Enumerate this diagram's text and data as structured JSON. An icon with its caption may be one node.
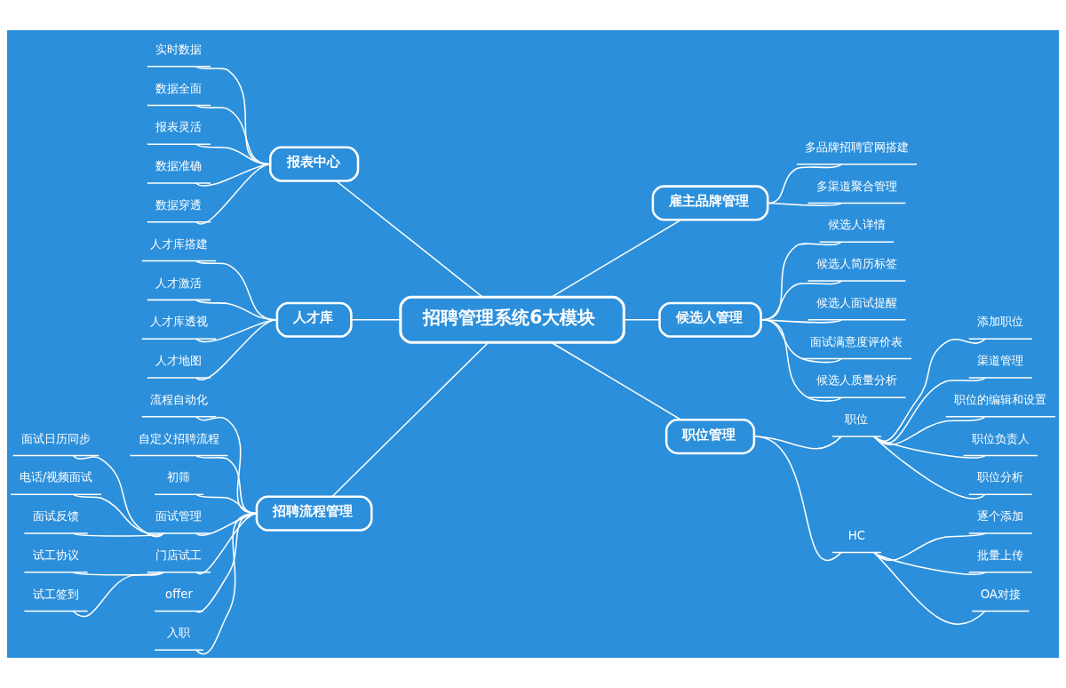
{
  "diagram": {
    "nodes": [
      {
        "text": [
          "招聘管理系统6大模块"
        ]
      },
      {
        "text": [
          "报表中心"
        ]
      },
      {
        "text": [
          "实时数据"
        ]
      },
      {
        "text": [
          "数据全面"
        ]
      },
      {
        "text": [
          "报表灵活"
        ]
      },
      {
        "text": [
          "数据准确"
        ]
      },
      {
        "text": [
          "数据穿透"
        ]
      },
      {
        "text": [
          "人才库"
        ]
      },
      {
        "text": [
          "人才库搭建"
        ]
      },
      {
        "text": [
          "人才激活"
        ]
      },
      {
        "text": [
          "人才库透视"
        ]
      },
      {
        "text": [
          "人才地图"
        ]
      },
      {
        "text": [
          "招聘流程管理"
        ]
      },
      {
        "text": [
          "流程自动化"
        ]
      },
      {
        "text": [
          "自定义招聘流程"
        ]
      },
      {
        "text": [
          "初筛"
        ]
      },
      {
        "text": [
          "面试管理"
        ]
      },
      {
        "text": [
          "面试日历同步"
        ]
      },
      {
        "text": [
          "电话/视频面试"
        ]
      },
      {
        "text": [
          "面试反馈"
        ]
      },
      {
        "text": [
          "门店试工"
        ]
      },
      {
        "text": [
          "试工协议"
        ]
      },
      {
        "text": [
          "试工签到"
        ]
      },
      {
        "text": [
          "offer"
        ]
      },
      {
        "text": [
          "入职"
        ]
      },
      {
        "text": [
          "雇主品牌管理"
        ]
      },
      {
        "text": [
          "多品牌招聘官网搭建"
        ]
      },
      {
        "text": [
          "多渠道聚合管理"
        ]
      },
      {
        "text": [
          "候选人管理"
        ]
      },
      {
        "text": [
          "候选人详情"
        ]
      },
      {
        "text": [
          "候选人简历标签"
        ]
      },
      {
        "text": [
          "候选人面试提醒"
        ]
      },
      {
        "text": [
          "面试满意度评价表"
        ]
      },
      {
        "text": [
          "候选人质量分析"
        ]
      },
      {
        "text": [
          "职位管理"
        ]
      },
      {
        "text": [
          "职位"
        ]
      },
      {
        "text": [
          "添加职位"
        ]
      },
      {
        "text": [
          "渠道管理"
        ]
      },
      {
        "text": [
          "职位的编辑和设置"
        ]
      },
      {
        "text": [
          "职位负责人"
        ]
      },
      {
        "text": [
          "职位分析"
        ]
      },
      {
        "text": [
          "HC"
        ]
      },
      {
        "text": [
          "逐个添加"
        ]
      },
      {
        "text": [
          "批量上传"
        ]
      },
      {
        "text": [
          "OA对接"
        ]
      }
    ],
    "edges": [
      {
        "from": 0,
        "to": 1,
        "arrow": "none"
      },
      {
        "from": 0,
        "to": 7,
        "arrow": "none"
      },
      {
        "from": 0,
        "to": 12,
        "arrow": "none"
      },
      {
        "from": 0,
        "to": 25,
        "arrow": "none"
      },
      {
        "from": 0,
        "to": 28,
        "arrow": "none"
      },
      {
        "from": 0,
        "to": 34,
        "arrow": "none"
      },
      {
        "from": 1,
        "to": 2,
        "arrow": "none"
      },
      {
        "from": 1,
        "to": 3,
        "arrow": "none"
      },
      {
        "from": 1,
        "to": 4,
        "arrow": "none"
      },
      {
        "from": 1,
        "to": 5,
        "arrow": "none"
      },
      {
        "from": 1,
        "to": 6,
        "arrow": "none"
      },
      {
        "from": 7,
        "to": 8,
        "arrow": "none"
      },
      {
        "from": 7,
        "to": 9,
        "arrow": "none"
      },
      {
        "from": 7,
        "to": 10,
        "arrow": "none"
      },
      {
        "from": 7,
        "to": 11,
        "arrow": "none"
      },
      {
        "from": 12,
        "to": 13,
        "arrow": "none"
      },
      {
        "from": 12,
        "to": 14,
        "arrow": "none"
      },
      {
        "from": 12,
        "to": 15,
        "arrow": "none"
      },
      {
        "from": 12,
        "to": 16,
        "arrow": "none"
      },
      {
        "from": 16,
        "to": 17,
        "arrow": "none"
      },
      {
        "from": 16,
        "to": 18,
        "arrow": "none"
      },
      {
        "from": 16,
        "to": 19,
        "arrow": "none"
      },
      {
        "from": 12,
        "to": 20,
        "arrow": "none"
      },
      {
        "from": 20,
        "to": 21,
        "arrow": "none"
      },
      {
        "from": 20,
        "to": 22,
        "arrow": "none"
      },
      {
        "from": 12,
        "to": 23,
        "arrow": "none"
      },
      {
        "from": 12,
        "to": 24,
        "arrow": "none"
      },
      {
        "from": 25,
        "to": 26,
        "arrow": "none"
      },
      {
        "from": 25,
        "to": 27,
        "arrow": "none"
      },
      {
        "from": 28,
        "to": 29,
        "arrow": "none"
      },
      {
        "from": 28,
        "to": 30,
        "arrow": "none"
      },
      {
        "from": 28,
        "to": 31,
        "arrow": "none"
      },
      {
        "from": 28,
        "to": 32,
        "arrow": "none"
      },
      {
        "from": 28,
        "to": 33,
        "arrow": "none"
      },
      {
        "from": 34,
        "to": 35,
        "arrow": "none"
      },
      {
        "from": 35,
        "to": 36,
        "arrow": "none"
      },
      {
        "from": 35,
        "to": 37,
        "arrow": "none"
      },
      {
        "from": 35,
        "to": 38,
        "arrow": "none"
      },
      {
        "from": 35,
        "to": 39,
        "arrow": "none"
      },
      {
        "from": 35,
        "to": 40,
        "arrow": "none"
      },
      {
        "from": 34,
        "to": 41,
        "arrow": "none"
      },
      {
        "from": 41,
        "to": 42,
        "arrow": "none"
      },
      {
        "from": 41,
        "to": 43,
        "arrow": "none"
      },
      {
        "from": 41,
        "to": 44,
        "arrow": "none"
      }
    ]
  }
}
